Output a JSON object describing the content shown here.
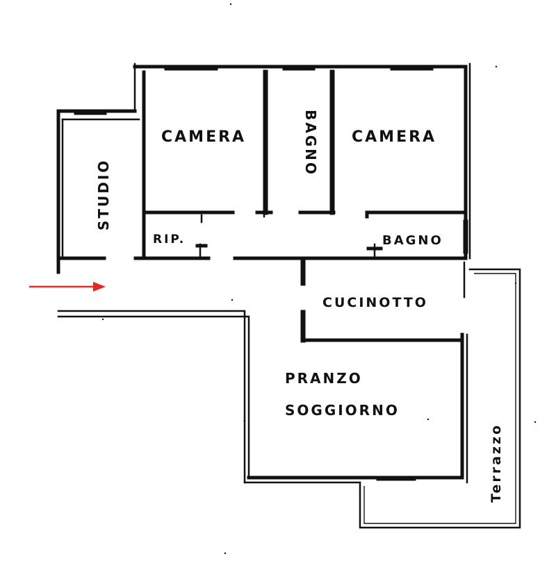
{
  "rooms": {
    "camera_left": "CAMERA",
    "bagno_vertical": "BAGNO",
    "camera_right": "CAMERA",
    "studio": "STUDIO",
    "rip": "RIP.",
    "bagno_small": "BAGNO",
    "cucinotto": "CUCINOTTO",
    "pranzo": "PRANZO",
    "soggiorno": "SOGGIORNO",
    "terrazzo": "Terrazzo"
  },
  "colors": {
    "walls": "#111111",
    "entrance_arrow": "#e8281e",
    "background": "#ffffff"
  },
  "entrance_arrow_icon": "arrow-right-icon"
}
